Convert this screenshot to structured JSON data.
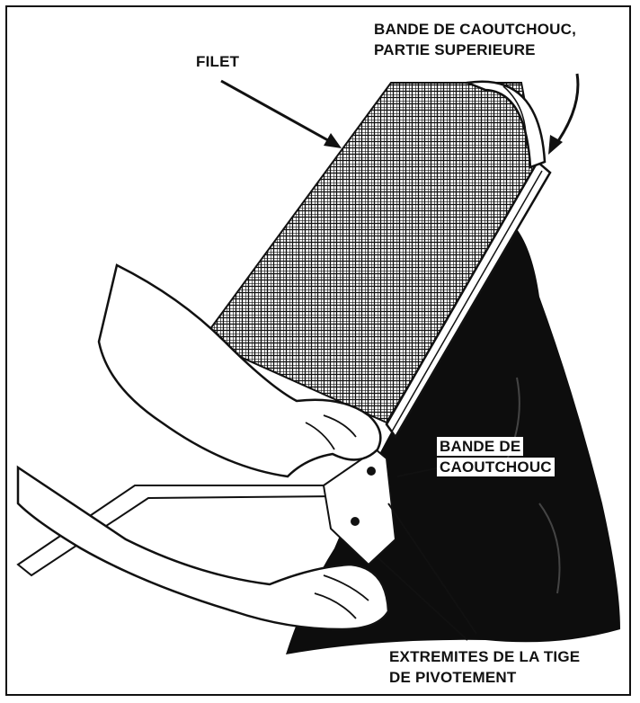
{
  "labels": {
    "filet": "FILET",
    "top_band_line1": "BANDE DE CAOUTCHOUC,",
    "top_band_line2": "PARTIE SUPERIEURE",
    "band_line1": "BANDE DE",
    "band_line2": "CAOUTCHOUC",
    "pivot_line1": "EXTREMITES DE LA TIGE",
    "pivot_line2": "DE PIVOTEMENT"
  },
  "colors": {
    "ink": "#111111",
    "paper": "#ffffff"
  }
}
